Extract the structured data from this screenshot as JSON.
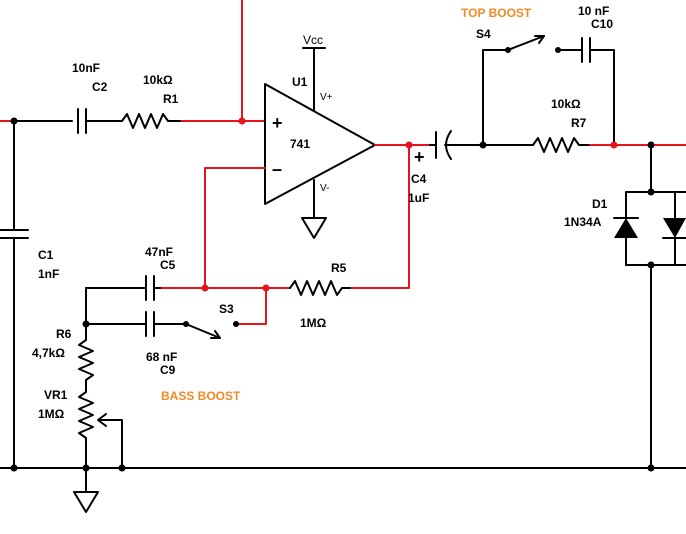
{
  "components": {
    "c2": {
      "ref": "C2",
      "value": "10nF"
    },
    "r1": {
      "ref": "R1",
      "value": "10kΩ"
    },
    "u1": {
      "ref": "U1",
      "value": "741",
      "vcc": "Vcc",
      "vplus": "V+",
      "vminus": "V-",
      "in_plus": "+",
      "in_minus": "–"
    },
    "c4": {
      "ref": "C4",
      "value": "1uF",
      "polarity": "+"
    },
    "c1": {
      "ref": "C1",
      "value": "1nF"
    },
    "c5": {
      "ref": "C5",
      "value": "47nF"
    },
    "c9": {
      "ref": "C9",
      "value": "68 nF"
    },
    "r5": {
      "ref": "R5",
      "value": "1MΩ"
    },
    "s3": {
      "ref": "S3"
    },
    "r6": {
      "ref": "R6",
      "value": "4,7kΩ"
    },
    "vr1": {
      "ref": "VR1",
      "value": "1MΩ"
    },
    "s4": {
      "ref": "S4"
    },
    "c10": {
      "ref": "C10",
      "value": "10 nF"
    },
    "r7": {
      "ref": "R7",
      "value": "10kΩ"
    },
    "d1": {
      "ref": "D1",
      "value": "1N34A"
    }
  },
  "annotations": {
    "top_boost": "TOP BOOST",
    "bass_boost": "BASS BOOST"
  },
  "colors": {
    "signal_wire": "#e8141b",
    "wire": "#000000",
    "annotation": "#f08a24"
  }
}
